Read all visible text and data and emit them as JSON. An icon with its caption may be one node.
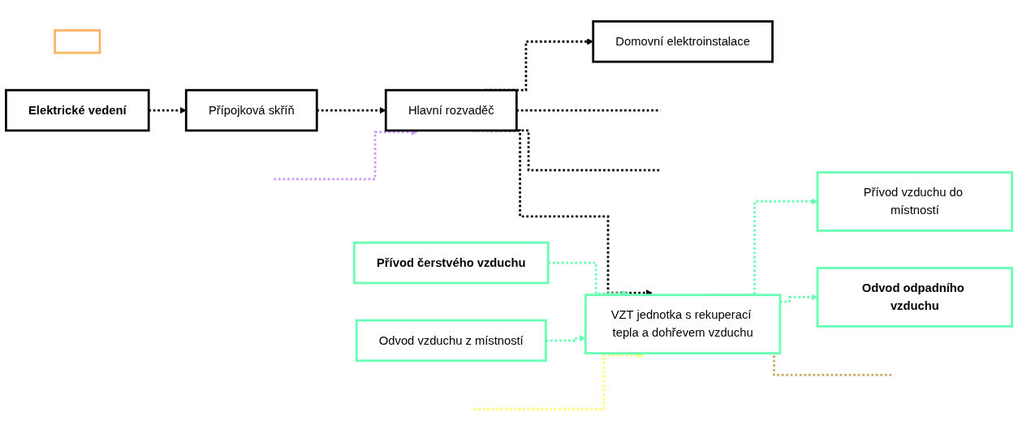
{
  "diagram": {
    "nodes": [
      {
        "text": [],
        "shape": "box"
      },
      {
        "text": [
          "Elektrické vedení"
        ]
      },
      {
        "text": [
          "Přípojková skříň"
        ]
      },
      {
        "text": [
          "Hlavní rozvaděč"
        ]
      },
      {
        "text": [
          "Domovní elektroinstalace"
        ]
      },
      {
        "text": [
          "Přívod čerstvého vzduchu"
        ]
      },
      {
        "text": [
          "VZT jednotka s rekuperací tepla a dohřevem vzduchu"
        ]
      },
      {
        "text": [
          "Přívod vzduchu do místností"
        ]
      },
      {
        "text": [
          "Odvod odpadního vzduchu"
        ]
      },
      {
        "text": [
          "Odvod vzduchu z místností"
        ]
      }
    ],
    "edges": [
      {
        "from": 1,
        "to": 2,
        "arrow": "to",
        "style": "dashed"
      },
      {
        "from": 2,
        "to": 3,
        "arrow": "to",
        "style": "dashed"
      },
      {
        "from": 3,
        "to": 4,
        "arrow": "to",
        "style": "dashed"
      },
      {
        "from": null,
        "to": 3,
        "arrow": "to",
        "style": "dashed",
        "color": "#cc99ff"
      },
      {
        "from": 3,
        "to": null,
        "arrow": "none",
        "style": "dashed"
      },
      {
        "from": 3,
        "to": null,
        "arrow": "none",
        "style": "dashed"
      },
      {
        "from": 3,
        "to": 6,
        "arrow": "to",
        "style": "dashed"
      },
      {
        "from": null,
        "to": 6,
        "arrow": "to",
        "style": "dashed",
        "color": "#ffff66"
      },
      {
        "from": 5,
        "to": 6,
        "arrow": "to",
        "style": "dashed",
        "color": "#66ffb3"
      },
      {
        "from": 6,
        "to": 7,
        "arrow": "to",
        "style": "dashed",
        "color": "#66ffb3"
      },
      {
        "from": 6,
        "to": 8,
        "arrow": "to",
        "style": "dashed",
        "color": "#66ffb3"
      },
      {
        "from": 9,
        "to": 6,
        "arrow": "to",
        "style": "dashed",
        "color": "#66ffb3"
      },
      {
        "from": 6,
        "to": null,
        "arrow": "none",
        "style": "dashed",
        "color": "#ccaa66"
      }
    ]
  }
}
